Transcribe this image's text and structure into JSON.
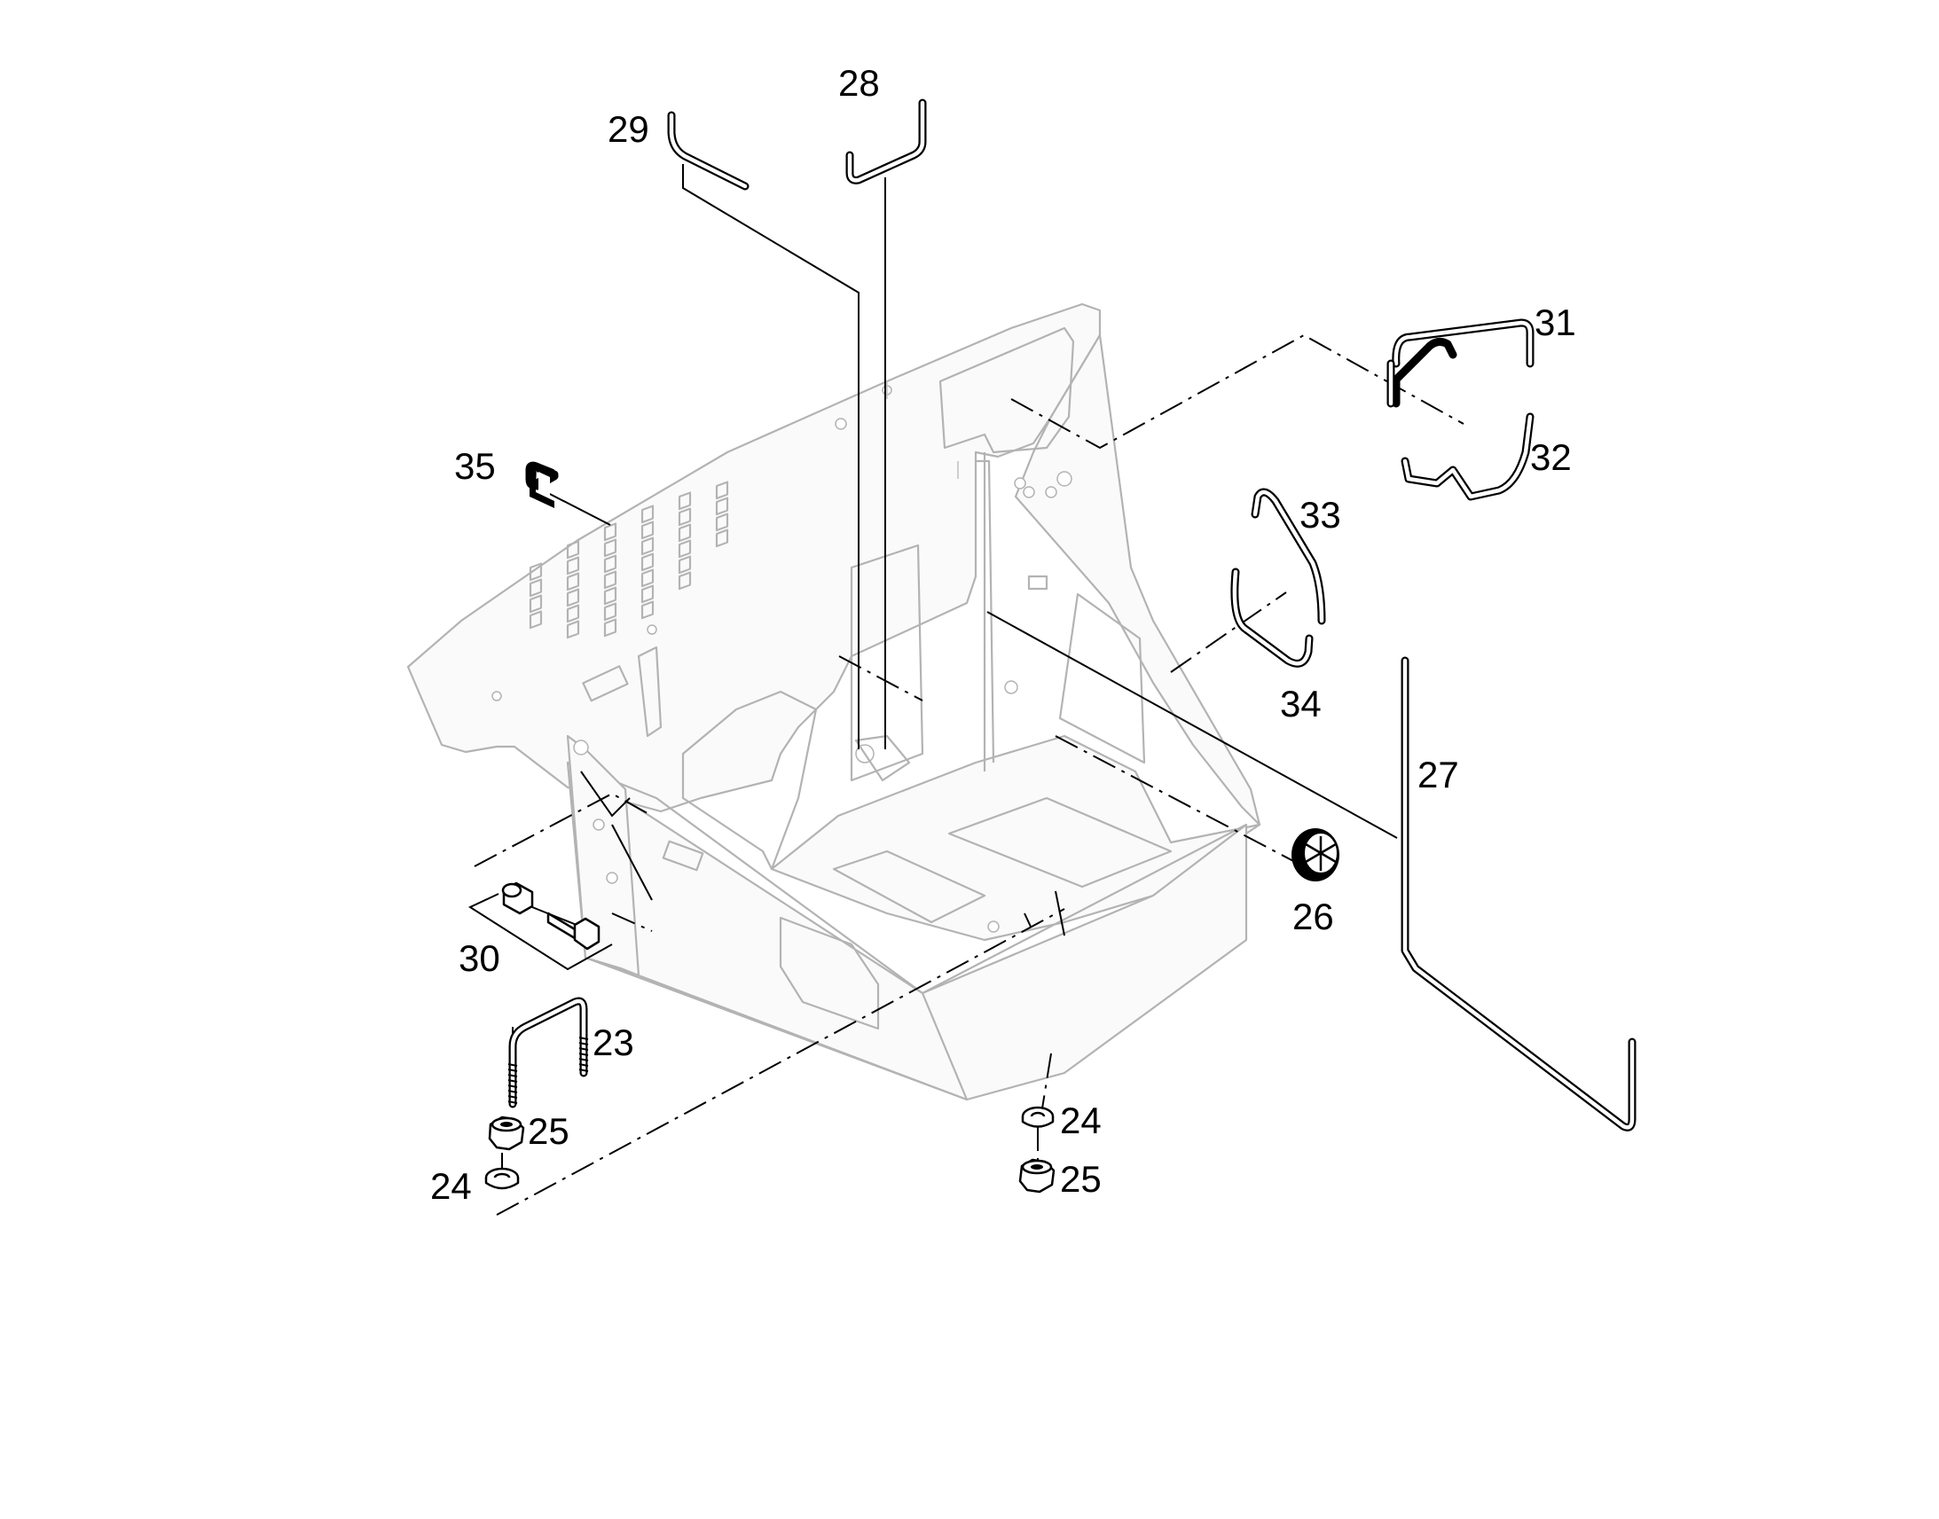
{
  "diagram": {
    "type": "exploded-parts-diagram",
    "callouts": [
      {
        "id": "c23",
        "label": "23"
      },
      {
        "id": "c24a",
        "label": "24"
      },
      {
        "id": "c24b",
        "label": "24"
      },
      {
        "id": "c25a",
        "label": "25"
      },
      {
        "id": "c25b",
        "label": "25"
      },
      {
        "id": "c26",
        "label": "26"
      },
      {
        "id": "c27",
        "label": "27"
      },
      {
        "id": "c28",
        "label": "28"
      },
      {
        "id": "c29",
        "label": "29"
      },
      {
        "id": "c30",
        "label": "30"
      },
      {
        "id": "c31",
        "label": "31"
      },
      {
        "id": "c32",
        "label": "32"
      },
      {
        "id": "c33",
        "label": "33"
      },
      {
        "id": "c34",
        "label": "34"
      },
      {
        "id": "c35",
        "label": "35"
      }
    ]
  }
}
